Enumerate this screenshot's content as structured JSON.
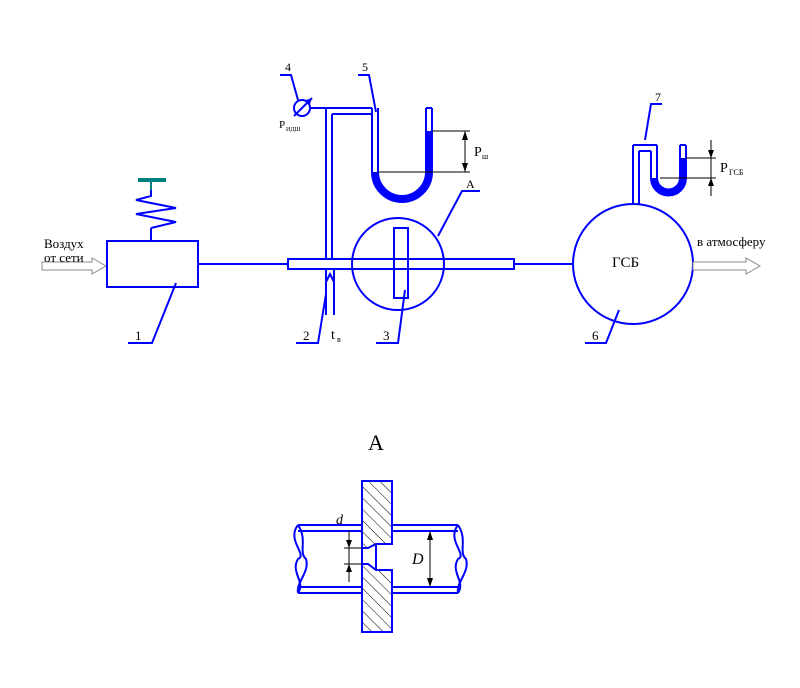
{
  "colors": {
    "line": "#0000ff",
    "liquid": "#0000ff",
    "valve_handle": "#008080",
    "text": "#000000",
    "hatch": "#000000"
  },
  "labels": {
    "air_in_line1": "Воздух",
    "air_in_line2": "от сети",
    "to_atmosphere": "в атмосферу",
    "chamber": "ГСБ",
    "callout_1": "1",
    "callout_2": "2",
    "callout_3": "3",
    "callout_4": "4",
    "callout_5": "5",
    "callout_6": "6",
    "callout_7": "7",
    "callout_A": "A",
    "temp_main": "t",
    "temp_sub": "в",
    "gauge_main": "P",
    "gauge_sub": "ИДШ",
    "pw_main": "P",
    "pw_sub": "ш",
    "pgsb_main": "P",
    "pgsb_sub": "ГСБ",
    "detail_title": "A",
    "dim_d": "d",
    "dim_D": "D"
  }
}
